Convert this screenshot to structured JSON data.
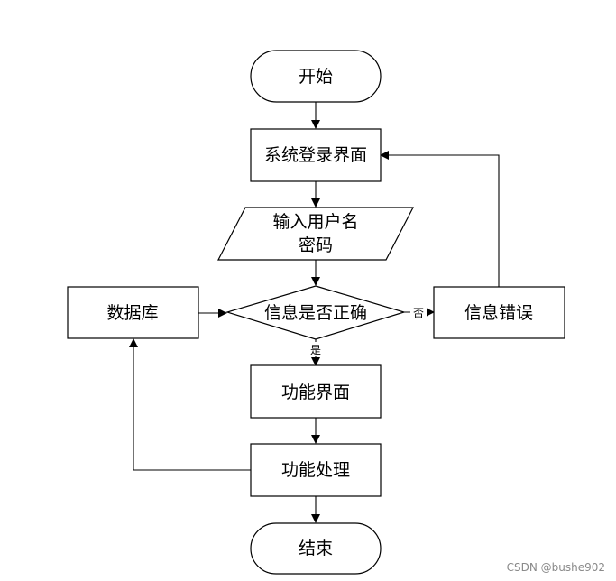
{
  "nodes": {
    "start": "开始",
    "login": "系统登录界面",
    "input_line1": "输入用户名",
    "input_line2": "密码",
    "check": "信息是否正确",
    "database": "数据库",
    "error": "信息错误",
    "function_ui": "功能界面",
    "function_proc": "功能处理",
    "end": "结束"
  },
  "edges": {
    "yes_label": "是",
    "no_label": "否"
  },
  "watermark": "CSDN @bushe902",
  "colors": {
    "line": "#000000",
    "background": "#ffffff",
    "watermark": "#8a8a8a"
  }
}
